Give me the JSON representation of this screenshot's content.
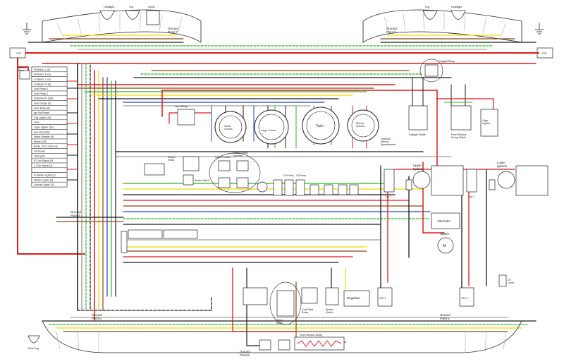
{
  "colors": {
    "red": "#e01818",
    "black": "#1a1a1a",
    "brown": "#8b4513",
    "green": "#22bb22",
    "yellow": "#f2d600",
    "blue": "#2244cc",
    "white": "#ffffff",
    "gray": "#888888",
    "orange": "#ff8c00",
    "dashed_green": "#33cc33"
  },
  "top_left": {
    "headlight": "Headlight",
    "fog": "Fog",
    "horns": "Horns",
    "ground": "Ground\nPoint 7"
  },
  "top_right": {
    "fog": "Fog",
    "headlight": "Headlight",
    "ground": "Ground\nPoint 5"
  },
  "battery_label": "+12",
  "top_right_corner_label": "+12",
  "fuse_block": {
    "title_left": "Battery\nFuse",
    "rows_left": [
      "Hi Beam, L (4)",
      "Hi Beam, R (4)",
      "Lo Beam, L (4)",
      "Lo Beam, R (4)",
      "Fuel Pump 1",
      "Fuel Pump 2",
      "Instrument Lights",
      "Fuel Gauge (3)",
      "Horn Relay (2)",
      "Ign Sw Power",
      "Fog Lights (16)",
      "Horn",
      "Cigar Lighter (16)",
      "Sun Roof (16)",
      "Wiper Washer (8)",
      "Blower (25)",
      "Brake, Turn, Back-up",
      "Ind Power",
      "Tail Lights",
      "R Turn Signal (2)",
      "L Turn Signal (2)",
      "",
      "R Marker Lights (2)",
      "Marker Lights (3)",
      "License Lights (2)"
    ]
  },
  "relays": {
    "horn_relay": "Horn Relay",
    "starter_relay": "Starter\nRelay",
    "clutch_switch": "Clutch Switch",
    "clutch_safety": "Clutch Safety\nOverride",
    "brake_switch": "Brake Switch",
    "foglight_relay": "Foglight Relay",
    "oil_press": "Oil Press",
    "oil_temp": "Oil Temp"
  },
  "gauges": {
    "small_combo": "Small\nCombo",
    "large_combo": "Large Combo",
    "tach": "Tach",
    "speedo": "Electric\nSpeedo",
    "optional": "Optional\nElectric\nSpeedometer"
  },
  "switches": {
    "foglight_switch": "Foglight Switch",
    "rear_window": "Rear Window\nDefog Switch",
    "cigar": "Cigar\nLighter"
  },
  "ignition": {
    "upper": "Upper\nIgnition",
    "lower": "Lower\nIgnition",
    "coil1": "Coil 1",
    "coil2": "Coil 2"
  },
  "charging": {
    "alternator": "Alternator",
    "starter": "Starter",
    "regulator": "Regulator"
  },
  "bottom": {
    "rear_fog": "Rear Fog",
    "ground5": "Ground\nPoint 5",
    "ground6": "Ground\nPoint 6",
    "ground4": "Ground\nPoint 4",
    "ground8": "Ground\nPoint 8",
    "rear_window_defog": "Rear Window Defog",
    "oil_level": "Oil\nLevel",
    "cdi1": "CDI 1",
    "cdi2": "CDI 2",
    "speed_switch": "Speed\nSwitch",
    "cold_start_relay": "Cold Start\nRelay",
    "wiper_motor": "Wiper\nMotor"
  },
  "ground_point_4": "Ground\nPoint 4"
}
